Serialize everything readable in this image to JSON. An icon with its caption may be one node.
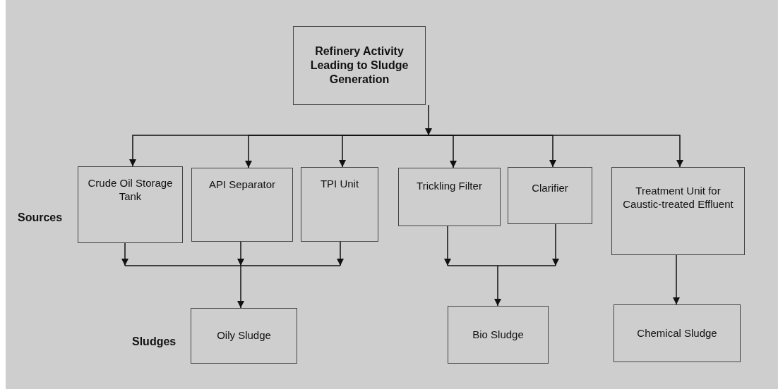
{
  "diagram": {
    "nodes": [
      {
        "text": [
          "Refinery Activity Leading to Sludge Generation"
        ]
      },
      {
        "text": [
          "Crude Oil Storage Tank"
        ]
      },
      {
        "text": [
          "API Separator"
        ]
      },
      {
        "text": [
          "TPI Unit"
        ]
      },
      {
        "text": [
          "Trickling Filter"
        ]
      },
      {
        "text": [
          "Clarifier"
        ]
      },
      {
        "text": [
          "Treatment Unit for Caustic-treated Effluent"
        ]
      },
      {
        "text": [
          "Oily Sludge"
        ]
      },
      {
        "text": [
          "Bio Sludge"
        ]
      },
      {
        "text": [
          "Chemical Sludge"
        ]
      }
    ],
    "edges": [
      {
        "from": 0,
        "to": 1,
        "arrow": "to"
      },
      {
        "from": 0,
        "to": 2,
        "arrow": "to"
      },
      {
        "from": 0,
        "to": 3,
        "arrow": "to"
      },
      {
        "from": 0,
        "to": 4,
        "arrow": "to"
      },
      {
        "from": 0,
        "to": 5,
        "arrow": "to"
      },
      {
        "from": 0,
        "to": 6,
        "arrow": "to"
      },
      {
        "from": 1,
        "to": 7,
        "arrow": "to"
      },
      {
        "from": 2,
        "to": 7,
        "arrow": "to"
      },
      {
        "from": 3,
        "to": 7,
        "arrow": "to"
      },
      {
        "from": 4,
        "to": 8,
        "arrow": "to"
      },
      {
        "from": 5,
        "to": 8,
        "arrow": "to"
      },
      {
        "from": 6,
        "to": 9,
        "arrow": "to"
      }
    ],
    "labels": [
      "Sources",
      "Sludges"
    ]
  }
}
